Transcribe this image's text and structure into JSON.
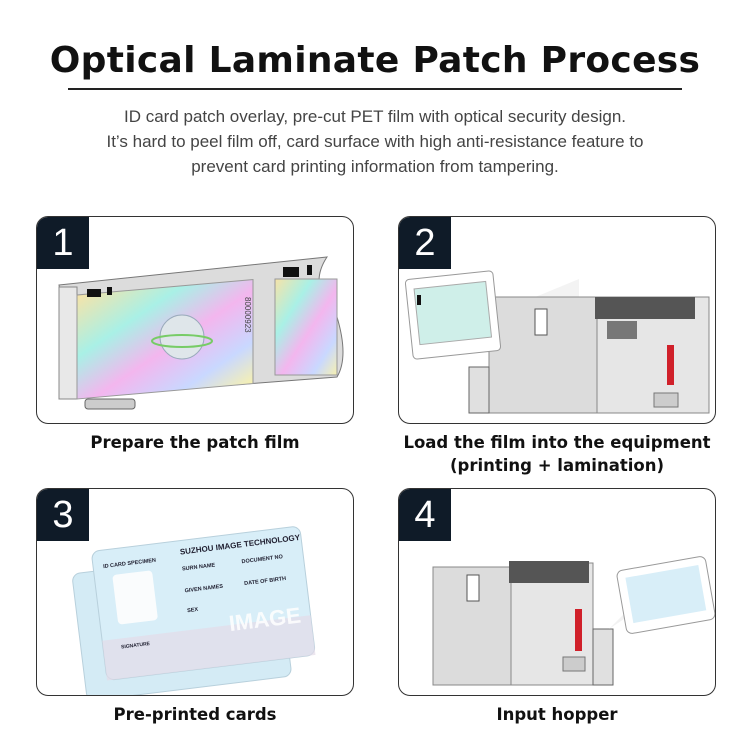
{
  "header": {
    "title": "Optical Laminate Patch Process",
    "subtitle_lines": [
      "ID card patch overlay, pre-cut PET film with optical security design.",
      "It’s hard to peel film off, card surface with high anti-resistance feature to",
      "prevent card printing information from tampering."
    ]
  },
  "steps": [
    {
      "number": "1",
      "caption": "Prepare the patch film",
      "film_serial": "80000923"
    },
    {
      "number": "2",
      "caption": "Load the film into the equipment",
      "caption_line2": "(printing + lamination)"
    },
    {
      "number": "3",
      "caption": "Pre-printed cards",
      "card": {
        "brand": "SUZHOU IMAGE TECHNOLOGY",
        "specimen": "ID CARD SPECIMEN",
        "surname": "SURN NAME",
        "document": "DOCUMENT NO",
        "given": "GIVEN NAMES",
        "dob": "DATE OF BIRTH",
        "sex": "SEX",
        "signature": "SIGNATURE",
        "watermark": "IMAGE"
      }
    },
    {
      "number": "4",
      "caption": "Input hopper"
    }
  ],
  "colors": {
    "badge": "#0f1b28",
    "accent_red": "#d0202a"
  }
}
